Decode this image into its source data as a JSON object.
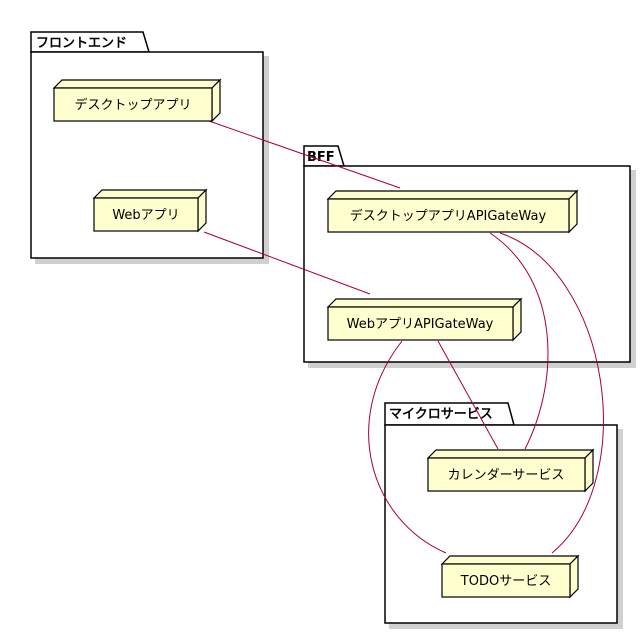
{
  "packages": {
    "frontend": {
      "title": "フロントエンド"
    },
    "bff": {
      "title": "BFF"
    },
    "micro": {
      "title": "マイクロサービス"
    }
  },
  "nodes": {
    "desktop_app": {
      "label": "デスクトップアプリ"
    },
    "web_app": {
      "label": "Webアプリ"
    },
    "desktop_gw": {
      "label": "デスクトップアプリAPIGateWay"
    },
    "web_gw": {
      "label": "WebアプリAPIGateWay"
    },
    "calendar_svc": {
      "label": "カレンダーサービス"
    },
    "todo_svc": {
      "label": "TODOサービス"
    }
  },
  "colors": {
    "node_fill": "#fefece",
    "edge": "#a80036",
    "frame": "#000000"
  }
}
